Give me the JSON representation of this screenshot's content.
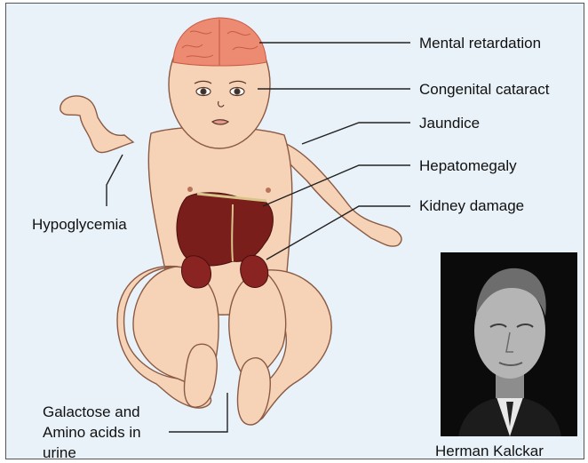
{
  "labels": {
    "mental_retardation": "Mental retardation",
    "congenital_cataract": "Congenital cataract",
    "jaundice": "Jaundice",
    "hepatomegaly": "Hepatomegaly",
    "kidney_damage": "Kidney damage",
    "hypoglycemia": "Hypoglycemia",
    "urine": "Galactose and\nAmino acids in\nurine"
  },
  "photo": {
    "caption": "Herman Kalckar"
  },
  "colors": {
    "background": "#e9f2f9",
    "skin": "#f6d3b6",
    "skin_outline": "#8a5a44",
    "brain": "#ec8a72",
    "liver": "#7a1e1c",
    "leader_line": "#222222"
  }
}
